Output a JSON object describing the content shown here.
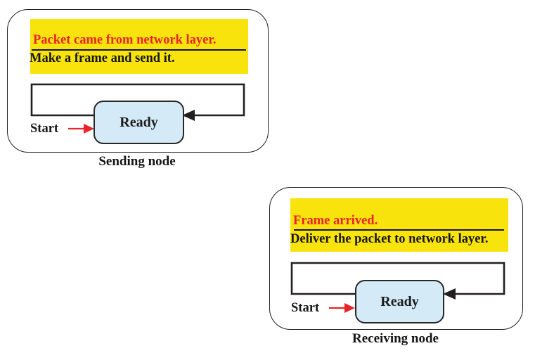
{
  "figure": {
    "colors": {
      "highlight": "#F9E30C",
      "event_text": "#EC2227",
      "state_fill": "#D4EAF7",
      "line": "#231F20",
      "start_arrow": "#E8232B"
    },
    "sending": {
      "event": "Packet came from network layer.",
      "action": "Make a frame and send it.",
      "state": "Ready",
      "start_label": "Start",
      "caption": "Sending node"
    },
    "receiving": {
      "event": "Frame arrived.",
      "action": "Deliver the packet to network layer.",
      "state": "Ready",
      "start_label": "Start",
      "caption": "Receiving node"
    }
  }
}
